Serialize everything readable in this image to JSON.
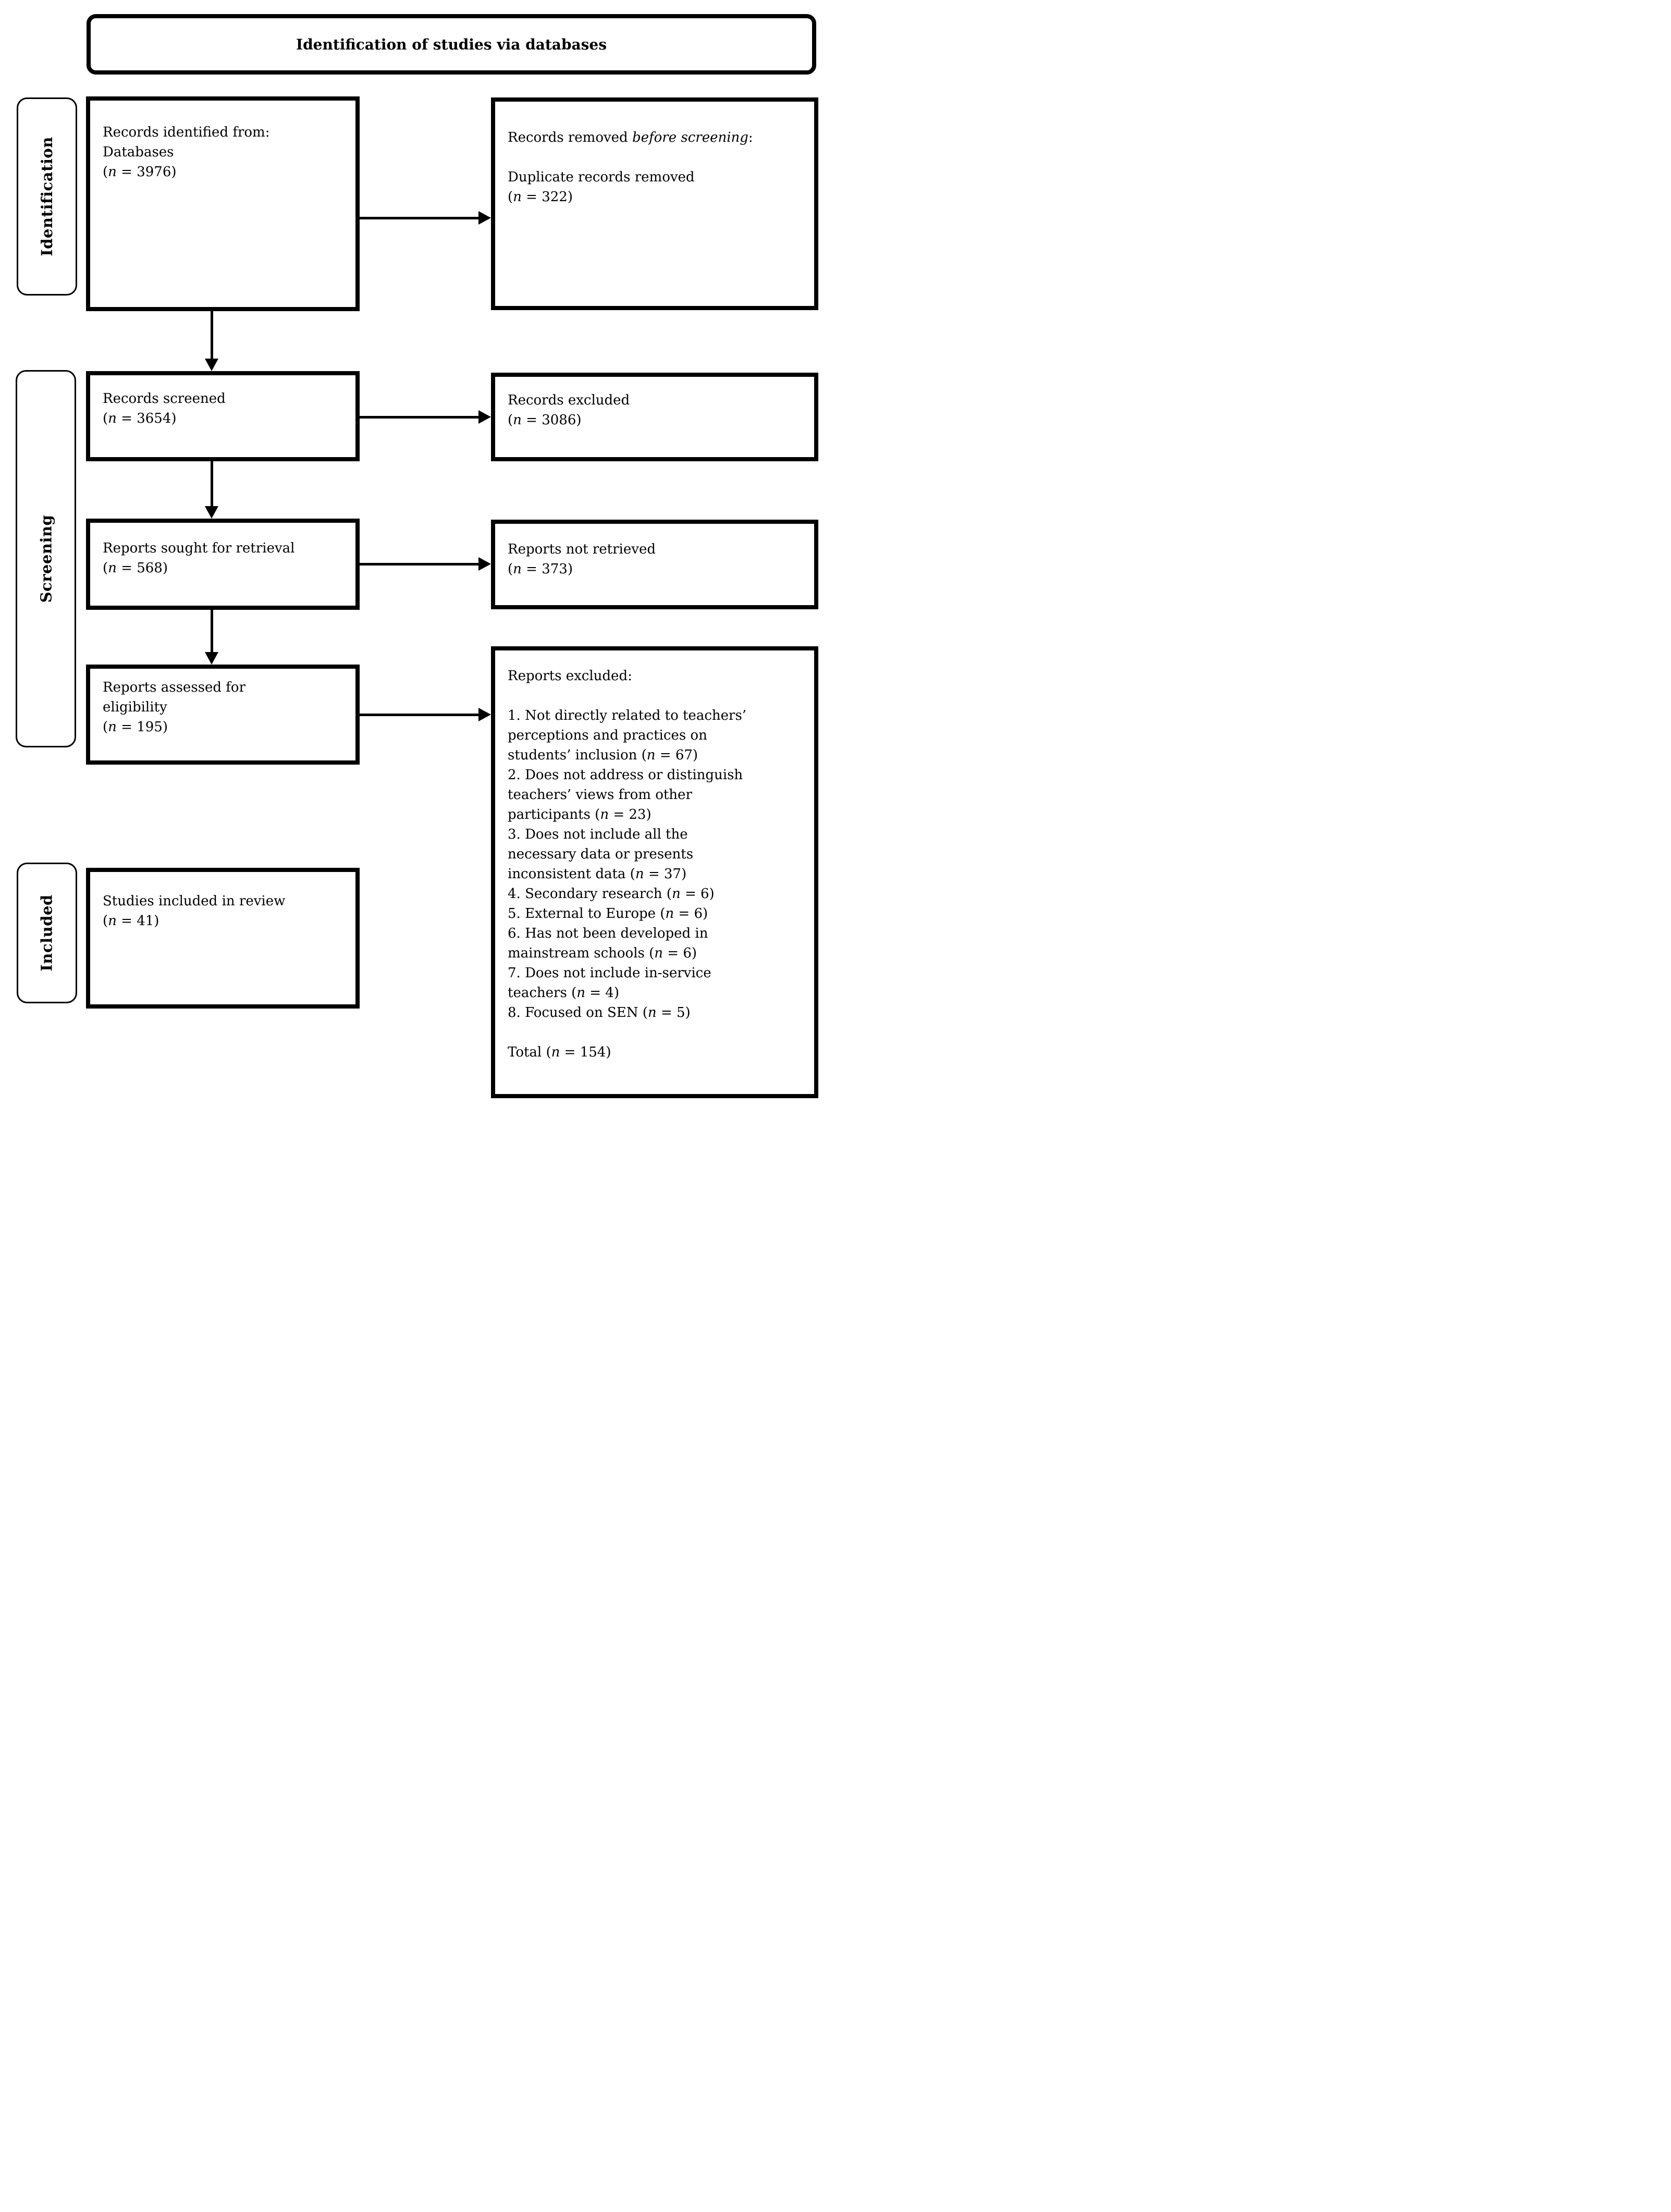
{
  "title": "Identification of studies via databases",
  "stages": {
    "identification": "Identification",
    "screening": "Screening",
    "included": "Included"
  },
  "boxes": {
    "records_identified": {
      "lines": [
        [
          {
            "t": "Records identified from:"
          }
        ],
        [
          {
            "t": "Databases"
          }
        ],
        [
          {
            "t": "("
          },
          {
            "t": "n",
            "i": true
          },
          {
            "t": " = 3976)"
          }
        ]
      ]
    },
    "records_removed": {
      "lines": [
        [
          {
            "t": "Records removed "
          },
          {
            "t": "before screening",
            "i": true
          },
          {
            "t": ":"
          }
        ],
        [],
        [
          {
            "t": "Duplicate records removed"
          }
        ],
        [
          {
            "t": "("
          },
          {
            "t": "n",
            "i": true
          },
          {
            "t": " = 322)"
          }
        ]
      ]
    },
    "records_screened": {
      "lines": [
        [
          {
            "t": "Records screened"
          }
        ],
        [
          {
            "t": "("
          },
          {
            "t": "n",
            "i": true
          },
          {
            "t": " = 3654)"
          }
        ]
      ]
    },
    "records_excluded": {
      "lines": [
        [
          {
            "t": "Records excluded"
          }
        ],
        [
          {
            "t": "("
          },
          {
            "t": "n",
            "i": true
          },
          {
            "t": " = 3086)"
          }
        ]
      ]
    },
    "reports_sought": {
      "lines": [
        [
          {
            "t": "Reports sought for retrieval"
          }
        ],
        [
          {
            "t": "("
          },
          {
            "t": "n",
            "i": true
          },
          {
            "t": " = 568)"
          }
        ]
      ]
    },
    "reports_not_retrieved": {
      "lines": [
        [
          {
            "t": "Reports not retrieved"
          }
        ],
        [
          {
            "t": "("
          },
          {
            "t": "n",
            "i": true
          },
          {
            "t": " = 373)"
          }
        ]
      ]
    },
    "reports_assessed": {
      "lines": [
        [
          {
            "t": "Reports assessed for"
          }
        ],
        [
          {
            "t": "eligibility"
          }
        ],
        [
          {
            "t": "("
          },
          {
            "t": "n",
            "i": true
          },
          {
            "t": " = 195)"
          }
        ]
      ]
    },
    "reports_excluded": {
      "lines": [
        [
          {
            "t": "Reports excluded:"
          }
        ],
        [],
        [
          {
            "t": "1. Not directly related to teachers’"
          }
        ],
        [
          {
            "t": "perceptions and practices on"
          }
        ],
        [
          {
            "t": "students’ inclusion ("
          },
          {
            "t": "n",
            "i": true
          },
          {
            "t": " = 67)"
          }
        ],
        [
          {
            "t": "2. Does not address or distinguish"
          }
        ],
        [
          {
            "t": "teachers’ views from other"
          }
        ],
        [
          {
            "t": "participants ("
          },
          {
            "t": "n",
            "i": true
          },
          {
            "t": " = 23)"
          }
        ],
        [
          {
            "t": "3. Does not include all the"
          }
        ],
        [
          {
            "t": "necessary data or presents"
          }
        ],
        [
          {
            "t": "inconsistent data ("
          },
          {
            "t": "n",
            "i": true
          },
          {
            "t": " = 37)"
          }
        ],
        [
          {
            "t": "4. Secondary research ("
          },
          {
            "t": "n",
            "i": true
          },
          {
            "t": " = 6)"
          }
        ],
        [
          {
            "t": "5. External to Europe ("
          },
          {
            "t": "n",
            "i": true
          },
          {
            "t": " = 6)"
          }
        ],
        [
          {
            "t": "6. Has not been developed in"
          }
        ],
        [
          {
            "t": "mainstream schools ("
          },
          {
            "t": "n",
            "i": true
          },
          {
            "t": " = 6)"
          }
        ],
        [
          {
            "t": "7. Does not include in-service"
          }
        ],
        [
          {
            "t": "teachers ("
          },
          {
            "t": "n",
            "i": true
          },
          {
            "t": " = 4)"
          }
        ],
        [
          {
            "t": "8. Focused on SEN ("
          },
          {
            "t": "n",
            "i": true
          },
          {
            "t": " = 5)"
          }
        ],
        [],
        [
          {
            "t": "Total ("
          },
          {
            "t": "n",
            "i": true
          },
          {
            "t": " = 154)"
          }
        ]
      ]
    },
    "studies_included": {
      "lines": [
        [
          {
            "t": "Studies included in review"
          }
        ],
        [
          {
            "t": "("
          },
          {
            "t": "n",
            "i": true
          },
          {
            "t": " = 41)"
          }
        ]
      ]
    }
  },
  "colors": {
    "stroke": "#000000",
    "background": "#ffffff"
  }
}
